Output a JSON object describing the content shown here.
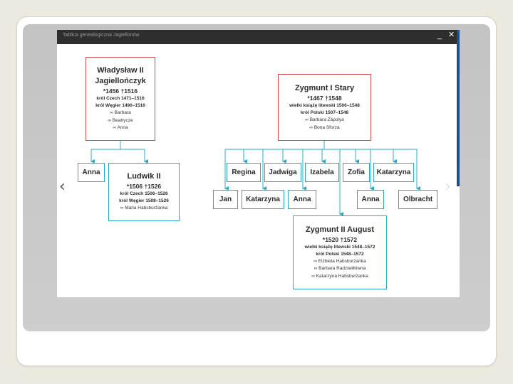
{
  "viewer": {
    "title": "Tablica genealogiczna Jagiellonów",
    "minimize_icon": "minimize-icon",
    "close_icon": "close-icon",
    "prev_icon": "chevron-left-icon",
    "next_icon": "chevron-right-icon"
  },
  "colors": {
    "accent_blue": "#29a9c8",
    "accent_red": "#d04b49",
    "panel_gray": "#c8c8c8"
  },
  "tree": {
    "wladyslaw": {
      "name_1": "Władysław II",
      "name_2": "Jagiellończyk",
      "dates": "*1456 †1516",
      "title_1": "król Czech 1471–1516",
      "title_2": "król Węgier 1490–1516",
      "spouse_1": "∞ Barbara",
      "spouse_2": "∞ Beatrycze",
      "spouse_3": "∞ Anna"
    },
    "anna_w": {
      "name": "Anna"
    },
    "ludwik": {
      "name": "Ludwik II",
      "dates": "*1506 †1526",
      "title_1": "król Czech 1506–1526",
      "title_2": "król Węgier 1508–1526",
      "spouse_1": "∞ Maria Habsburżanka"
    },
    "zygmunt": {
      "name": "Zygmunt I Stary",
      "dates": "*1467 †1548",
      "title_1": "wielki książę litewski 1506–1548",
      "title_2": "król Polski 1507–1548",
      "spouse_1": "∞ Barbara Zápolya",
      "spouse_2": "∞ Bona Sforza"
    },
    "children_row1": [
      "Regina",
      "Jadwiga",
      "Izabela",
      "Zofia",
      "Katarzyna"
    ],
    "children_row2": [
      "Jan",
      "Katarzyna",
      "Anna",
      "Anna",
      "Olbracht"
    ],
    "august": {
      "name": "Zygmunt II August",
      "dates": "*1520 †1572",
      "title_1": "wielki książę litewski 1548–1572",
      "title_2": "król Polski 1548–1572",
      "spouse_1": "∞ Elżbieta Habsburżanka",
      "spouse_2": "∞ Barbara Radziwiłłówna",
      "spouse_3": "∞ Katarzyna Habsburżanka"
    }
  }
}
